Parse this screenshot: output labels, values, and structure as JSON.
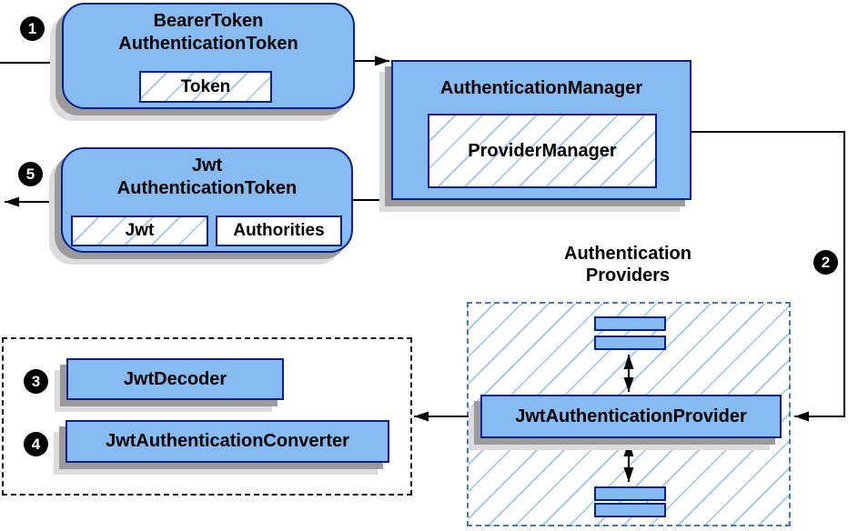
{
  "nodes": {
    "bearer_token": {
      "line1": "BearerToken",
      "line2": "AuthenticationToken",
      "field": "Token"
    },
    "authentication_manager": {
      "title": "AuthenticationManager",
      "field": "ProviderManager"
    },
    "jwt_authentication_token": {
      "line1": "Jwt",
      "line2": "AuthenticationToken",
      "field1": "Jwt",
      "field2": "Authorities"
    },
    "providers_label": {
      "line1": "Authentication",
      "line2": "Providers"
    },
    "jwt_authentication_provider": {
      "title": "JwtAuthenticationProvider"
    },
    "jwt_decoder": {
      "title": "JwtDecoder"
    },
    "jwt_authentication_converter": {
      "title": "JwtAuthenticationConverter"
    }
  },
  "steps": [
    "1",
    "2",
    "3",
    "4",
    "5"
  ],
  "colors": {
    "node_fill": "#85BBF0",
    "node_border": "#0B2188",
    "hatch_line": "#A9CBEE",
    "providers_dashed_border": "#4478C4",
    "decoder_dashed_border": "#111111",
    "shadow_dark": "#9B9B9B",
    "shadow_light": "#DCDCDC",
    "connector": "#000000",
    "badge_background": "#000000",
    "badge_text": "#FFFFFF"
  }
}
